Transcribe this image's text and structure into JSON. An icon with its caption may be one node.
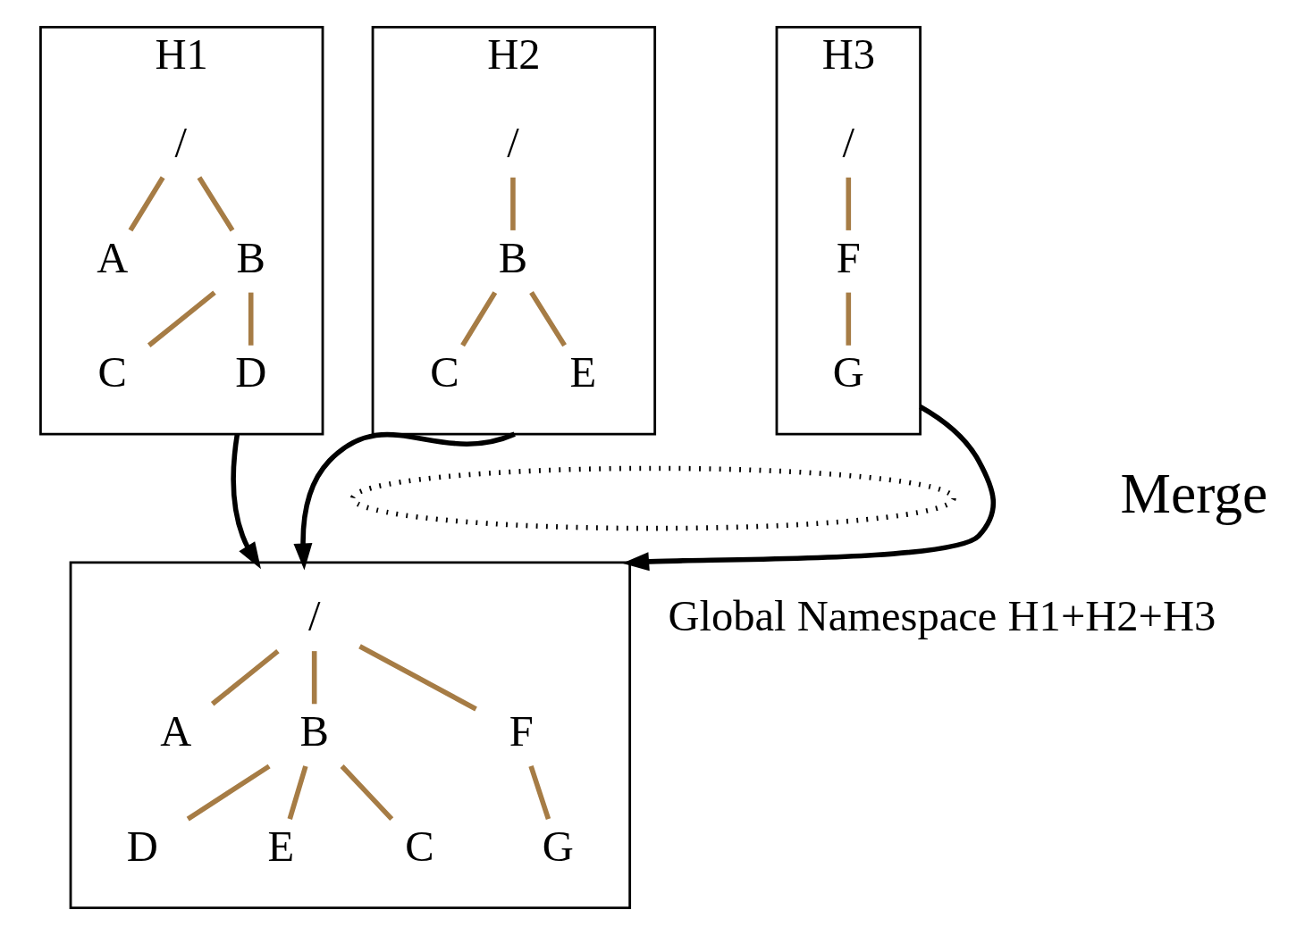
{
  "diagram": {
    "nodes": [
      {
        "text": [
          "H1"
        ]
      },
      {
        "text": [
          "/"
        ],
        "in": 0
      },
      {
        "text": [
          "A"
        ],
        "in": 0
      },
      {
        "text": [
          "B"
        ],
        "in": 0
      },
      {
        "text": [
          "C"
        ],
        "in": 0
      },
      {
        "text": [
          "D"
        ],
        "in": 0
      },
      {
        "text": [
          "H2"
        ]
      },
      {
        "text": [
          "/"
        ],
        "in": 6
      },
      {
        "text": [
          "B"
        ],
        "in": 6
      },
      {
        "text": [
          "C"
        ],
        "in": 6
      },
      {
        "text": [
          "E"
        ],
        "in": 6
      },
      {
        "text": [
          "H3"
        ]
      },
      {
        "text": [
          "/"
        ],
        "in": 11
      },
      {
        "text": [
          "F"
        ],
        "in": 11
      },
      {
        "text": [
          "G"
        ],
        "in": 11
      },
      {
        "text": [],
        "shape": "ellipse"
      },
      {
        "text": [],
        "shape": "box",
        "beside": [
          "Global Namespace H1+H2+H3"
        ]
      },
      {
        "text": [
          "/"
        ],
        "in": 16
      },
      {
        "text": [
          "A"
        ],
        "in": 16
      },
      {
        "text": [
          "B"
        ],
        "in": 16
      },
      {
        "text": [
          "F"
        ],
        "in": 16
      },
      {
        "text": [
          "C"
        ],
        "in": 16
      },
      {
        "text": [
          "D"
        ],
        "in": 16
      },
      {
        "text": [
          "E"
        ],
        "in": 16
      },
      {
        "text": [
          "G"
        ],
        "in": 16
      }
    ],
    "edges": [
      {
        "from": 1,
        "to": 2,
        "arrow": "none"
      },
      {
        "from": 1,
        "to": 3,
        "arrow": "none"
      },
      {
        "from": 3,
        "to": 4,
        "arrow": "none"
      },
      {
        "from": 3,
        "to": 5,
        "arrow": "none"
      },
      {
        "from": 7,
        "to": 8,
        "arrow": "none"
      },
      {
        "from": 8,
        "to": 9,
        "arrow": "none"
      },
      {
        "from": 8,
        "to": 10,
        "arrow": "none"
      },
      {
        "from": 12,
        "to": 13,
        "arrow": "none"
      },
      {
        "from": 13,
        "to": 14,
        "arrow": "none"
      },
      {
        "from": 17,
        "to": 18,
        "arrow": "none"
      },
      {
        "from": 17,
        "to": 19,
        "arrow": "none"
      },
      {
        "from": 17,
        "to": 20,
        "arrow": "none"
      },
      {
        "from": 19,
        "to": 21,
        "arrow": "none"
      },
      {
        "from": 19,
        "to": 22,
        "arrow": "none"
      },
      {
        "from": 19,
        "to": 23,
        "arrow": "none"
      },
      {
        "from": 20,
        "to": 24,
        "arrow": "none"
      },
      {
        "from": 0,
        "to": 16,
        "arrow": "to",
        "color": "#000000"
      },
      {
        "from": 6,
        "to": 16,
        "arrow": "to",
        "color": "#000000"
      },
      {
        "from": 11,
        "to": 16,
        "arrow": "to",
        "color": "#000000"
      }
    ],
    "labels": [
      "Merge"
    ]
  }
}
